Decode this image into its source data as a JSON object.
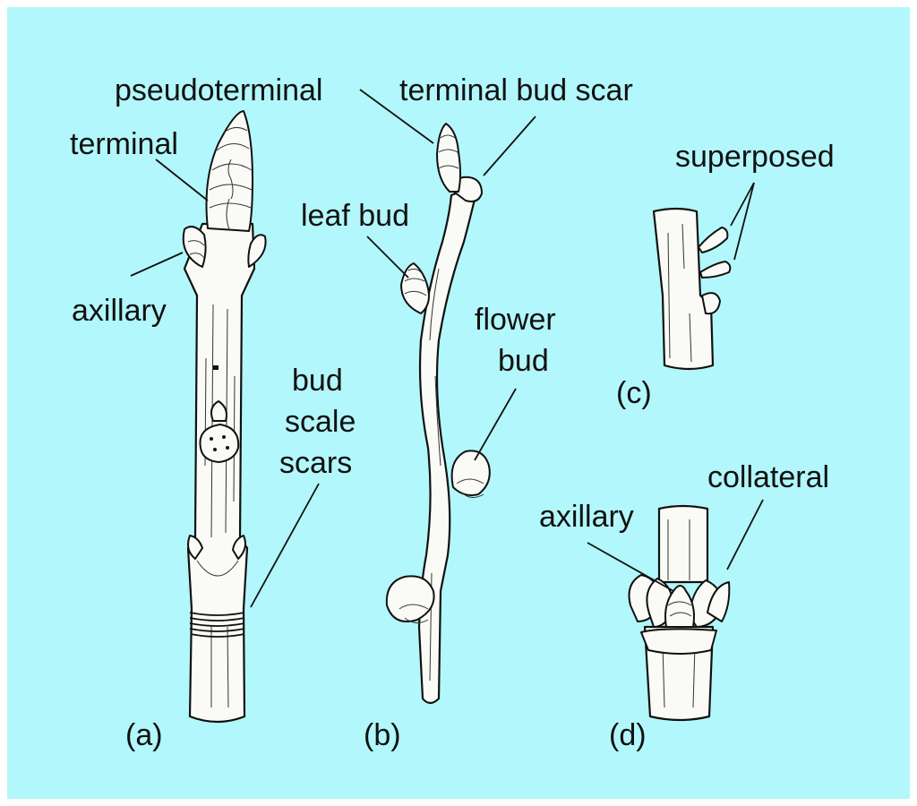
{
  "labels": {
    "pseudoterminal": "pseudoterminal",
    "terminal_bud_scar": "terminal bud scar",
    "terminal": "terminal",
    "leaf_bud": "leaf bud",
    "axillary_a": "axillary",
    "flower": "flower",
    "flower_bud": "bud",
    "bud": "bud",
    "scale": "scale",
    "scars": "scars",
    "superposed": "superposed",
    "c": "(c)",
    "collateral": "collateral",
    "axillary_d": "axillary",
    "a": "(a)",
    "b": "(b)",
    "d": "(d)"
  },
  "colors": {
    "background": "#b2f7fb",
    "twig": "#fafaf6",
    "ink": "#111111"
  }
}
